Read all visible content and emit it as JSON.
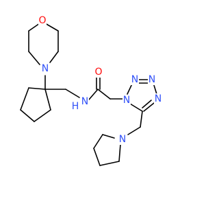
{
  "colors": {
    "bond": "#000000",
    "carbon": "#000000",
    "nitrogen": "#3050F8",
    "oxygen": "#FF0D0D",
    "background": "#ffffff"
  },
  "atoms": [
    {
      "id": "O_morph",
      "label": "O",
      "element": "O"
    },
    {
      "id": "N_morph",
      "label": "N",
      "element": "N"
    },
    {
      "id": "N_amide",
      "label": "N",
      "element": "N"
    },
    {
      "id": "H_amide",
      "label": "H",
      "element": "H"
    },
    {
      "id": "O_carbonyl",
      "label": "O",
      "element": "O"
    },
    {
      "id": "N_tz1",
      "label": "N",
      "element": "N"
    },
    {
      "id": "N_tz2",
      "label": "N",
      "element": "N"
    },
    {
      "id": "N_tz3",
      "label": "N",
      "element": "N"
    },
    {
      "id": "N_tz4",
      "label": "N",
      "element": "N"
    },
    {
      "id": "N_pyrr",
      "label": "N",
      "element": "N"
    }
  ]
}
